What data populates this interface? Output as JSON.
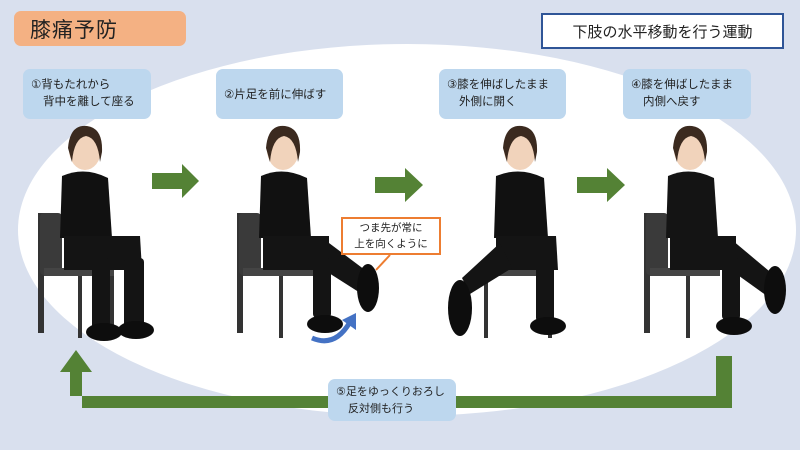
{
  "title": "膝痛予防",
  "subtitle": "下肢の水平移動を行う運動",
  "steps": [
    {
      "line1": "①背もたれから",
      "line2": "背中を離して座る"
    },
    {
      "line1": "②片足を前に伸ばす"
    },
    {
      "line1": "③膝を伸ばしたまま",
      "line2": "外側に開く"
    },
    {
      "line1": "④膝を伸ばしたまま",
      "line2": "内側へ戻す"
    },
    {
      "line1": "⑤足をゆっくりおろし",
      "line2": "反対側も行う"
    }
  ],
  "callout": {
    "line1": "つま先が常に",
    "line2": "上を向くように"
  },
  "colors": {
    "background": "#d9e0ee",
    "title_bg": "#f4b183",
    "step_bg": "#bdd7ee",
    "arrow_green": "#548235",
    "subtitle_border": "#2f5597",
    "callout_border": "#ed7d31",
    "rotation_arrow": "#4472c4"
  }
}
